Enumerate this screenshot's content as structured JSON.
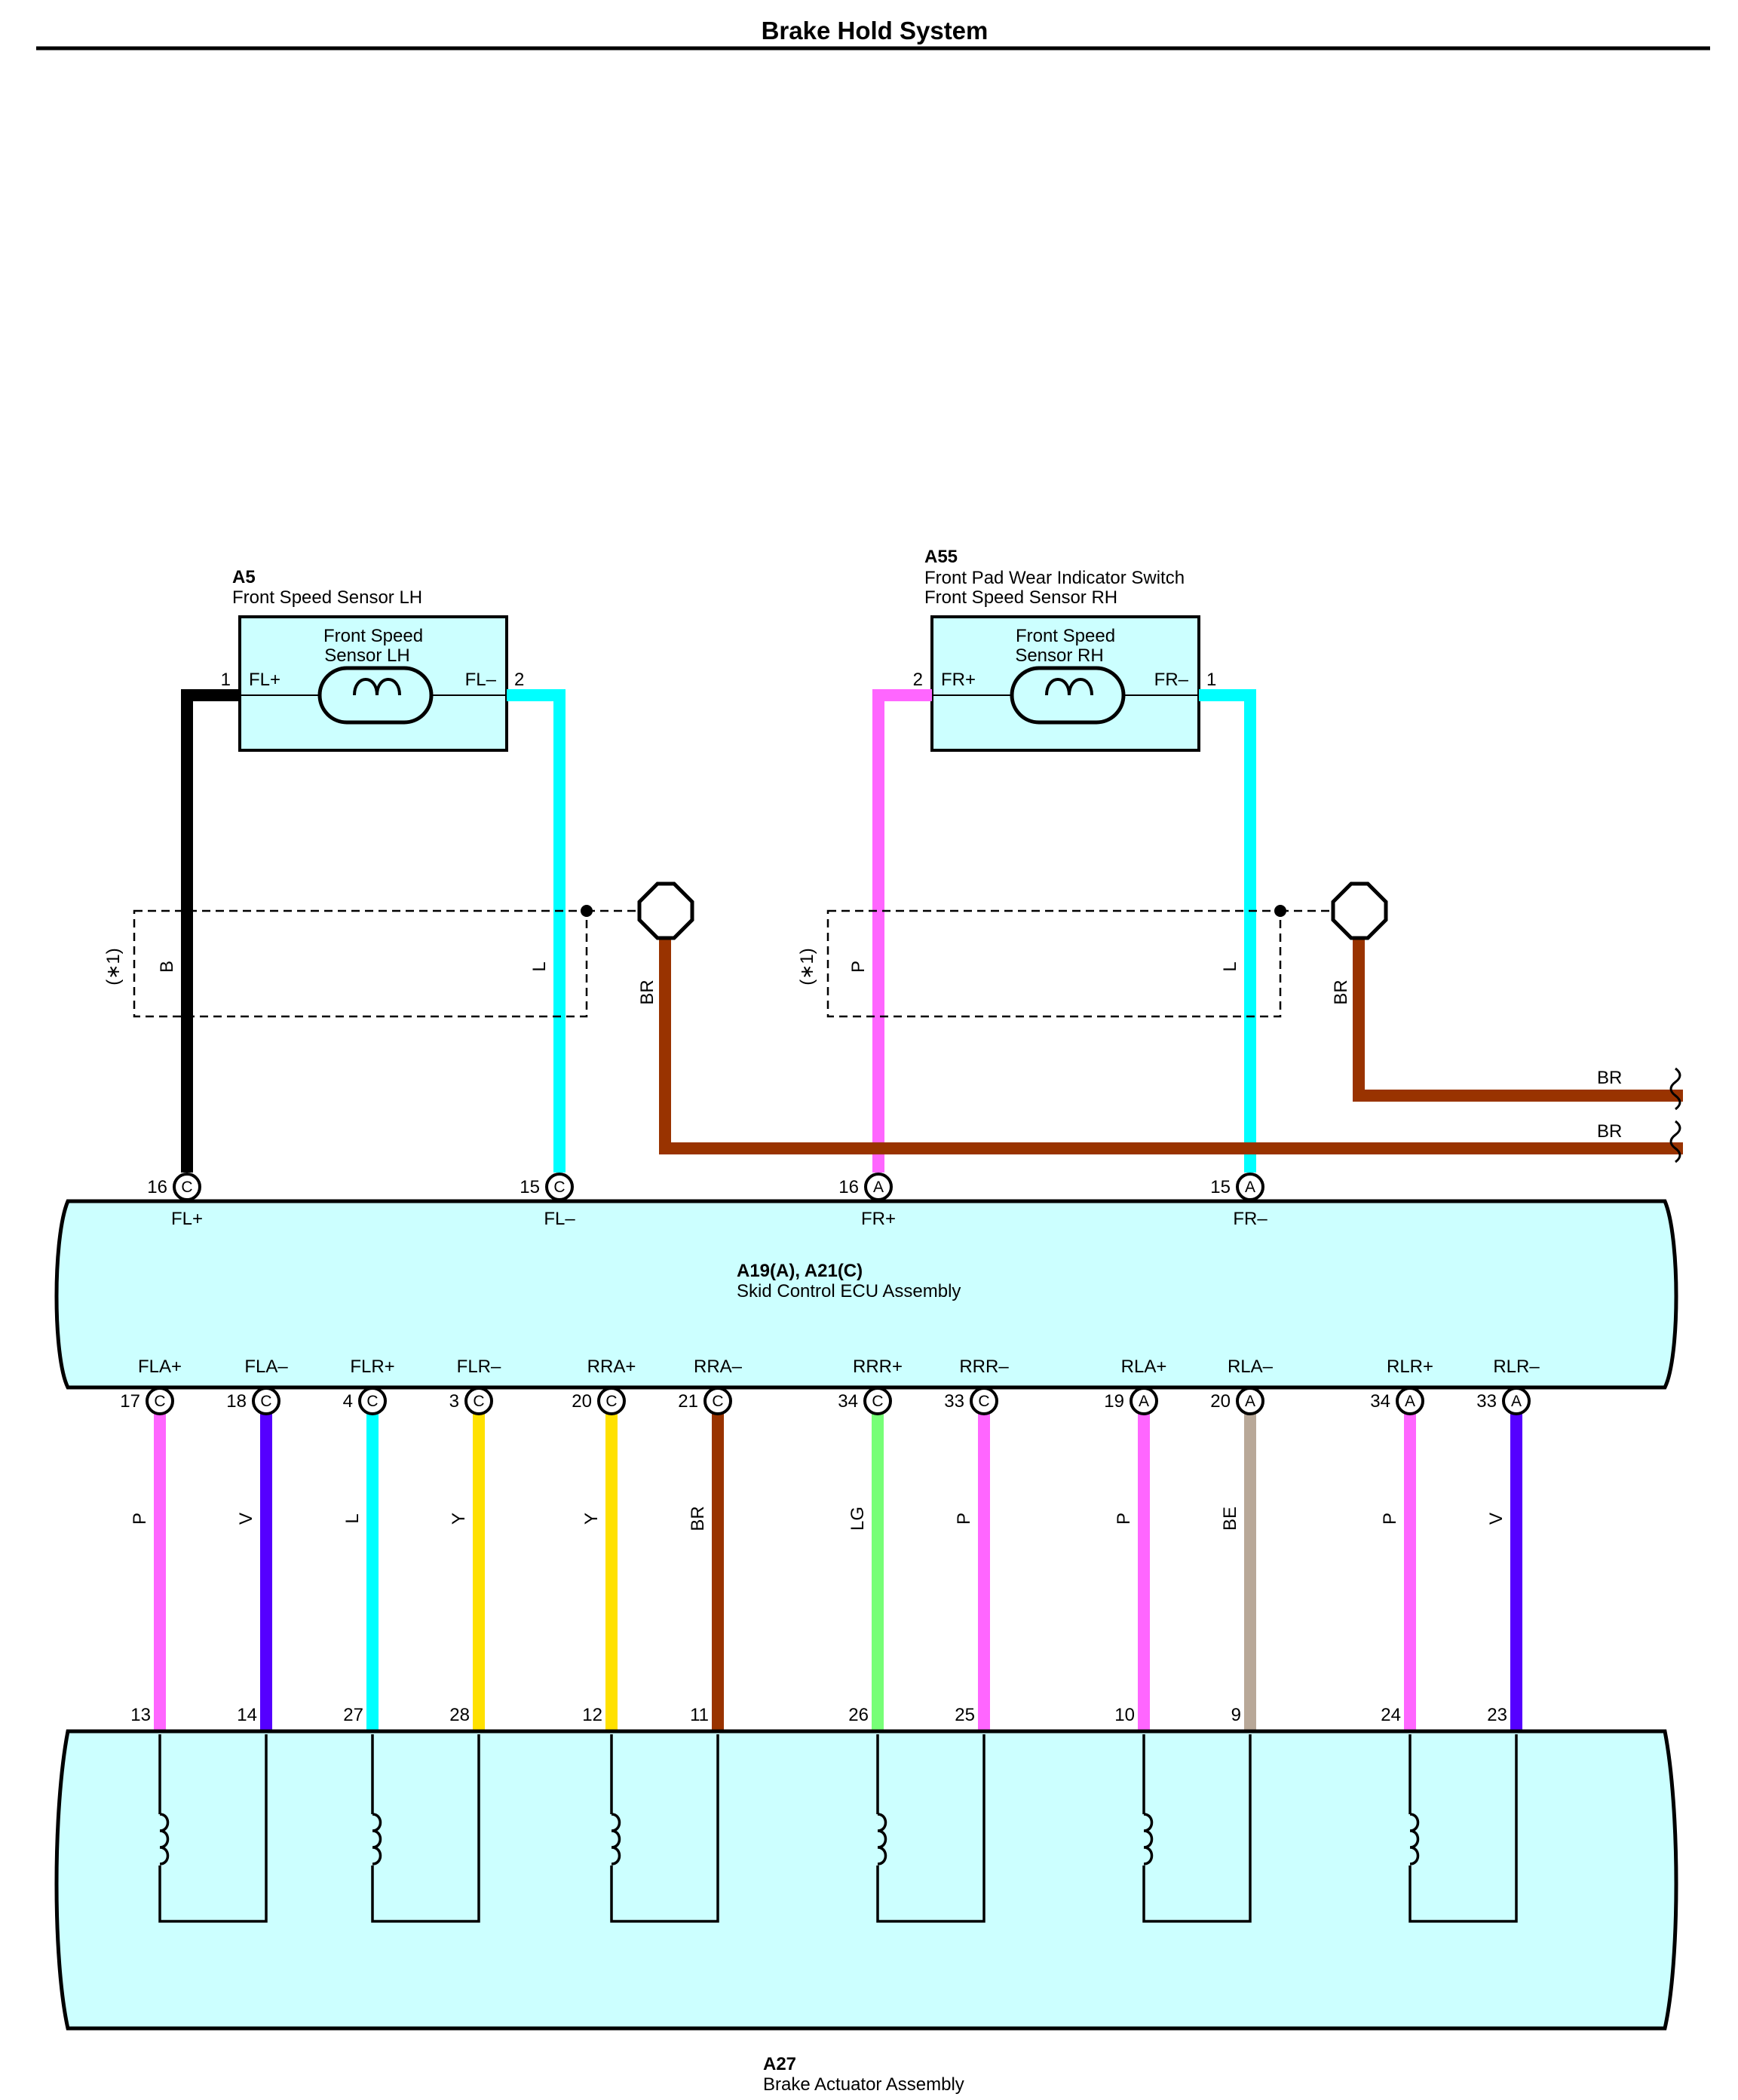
{
  "title": "Brake Hold System",
  "colors": {
    "B": "#000000",
    "L": "#00ffff",
    "P": "#ff66ff",
    "BR": "#993300",
    "V": "#5500ff",
    "Y": "#ffe100",
    "LG": "#77ff77",
    "BE": "#b8a898",
    "component_fill": "#ccffff"
  },
  "sensor_lh": {
    "code": "A5",
    "name": "Front Speed Sensor LH",
    "inner_line1": "Front Speed",
    "inner_line2": "Sensor LH",
    "pin_left": "1",
    "term_left": "FL+",
    "pin_right": "2",
    "term_right": "FL–",
    "wire_left": "B",
    "wire_right": "L",
    "shield_wire": "BR",
    "note": "(∗1)"
  },
  "sensor_rh": {
    "code": "A55",
    "name1": "Front Pad Wear Indicator Switch",
    "name2": "Front Speed Sensor RH",
    "inner_line1": "Front Speed",
    "inner_line2": "Sensor RH",
    "pin_left": "2",
    "term_left": "FR+",
    "pin_right": "1",
    "term_right": "FR–",
    "wire_left": "P",
    "wire_right": "L",
    "shield_wire": "BR",
    "note": "(∗1)"
  },
  "offpage_wires": [
    "BR",
    "BR"
  ],
  "ecu": {
    "code": "A19(A), A21(C)",
    "name": "Skid Control ECU Assembly",
    "top_pins": [
      {
        "pin": "16",
        "conn": "C",
        "term": "FL+",
        "wire": "B"
      },
      {
        "pin": "15",
        "conn": "C",
        "term": "FL–",
        "wire": "L"
      },
      {
        "pin": "16",
        "conn": "A",
        "term": "FR+",
        "wire": "P"
      },
      {
        "pin": "15",
        "conn": "A",
        "term": "FR–",
        "wire": "L"
      }
    ],
    "bottom_pins": [
      {
        "pin": "17",
        "conn": "C",
        "term": "FLA+",
        "wire": "P",
        "act_pin": "13",
        "act_term": "FLA+"
      },
      {
        "pin": "18",
        "conn": "C",
        "term": "FLA–",
        "wire": "V",
        "act_pin": "14",
        "act_term": "FLA–"
      },
      {
        "pin": "4",
        "conn": "C",
        "term": "FLR+",
        "wire": "L",
        "act_pin": "27",
        "act_term": "FLR+"
      },
      {
        "pin": "3",
        "conn": "C",
        "term": "FLR–",
        "wire": "Y",
        "act_pin": "28",
        "act_term": "FLR–"
      },
      {
        "pin": "20",
        "conn": "C",
        "term": "RRA+",
        "wire": "Y",
        "act_pin": "12",
        "act_term": "RRA+"
      },
      {
        "pin": "21",
        "conn": "C",
        "term": "RRA–",
        "wire": "BR",
        "act_pin": "11",
        "act_term": "RRA–"
      },
      {
        "pin": "34",
        "conn": "C",
        "term": "RRR+",
        "wire": "LG",
        "act_pin": "26",
        "act_term": "RRR+"
      },
      {
        "pin": "33",
        "conn": "C",
        "term": "RRR–",
        "wire": "P",
        "act_pin": "25",
        "act_term": "RRR–"
      },
      {
        "pin": "19",
        "conn": "A",
        "term": "RLA+",
        "wire": "P",
        "act_pin": "10",
        "act_term": "RLA+"
      },
      {
        "pin": "20",
        "conn": "A",
        "term": "RLA–",
        "wire": "BE",
        "act_pin": "9",
        "act_term": "RLA–"
      },
      {
        "pin": "34",
        "conn": "A",
        "term": "RLR+",
        "wire": "P",
        "act_pin": "24",
        "act_term": "RLR+"
      },
      {
        "pin": "33",
        "conn": "A",
        "term": "RLR–",
        "wire": "V",
        "act_pin": "23",
        "act_term": "RLR–"
      }
    ]
  },
  "actuator": {
    "code": "A27",
    "name": "Brake Actuator Assembly"
  }
}
